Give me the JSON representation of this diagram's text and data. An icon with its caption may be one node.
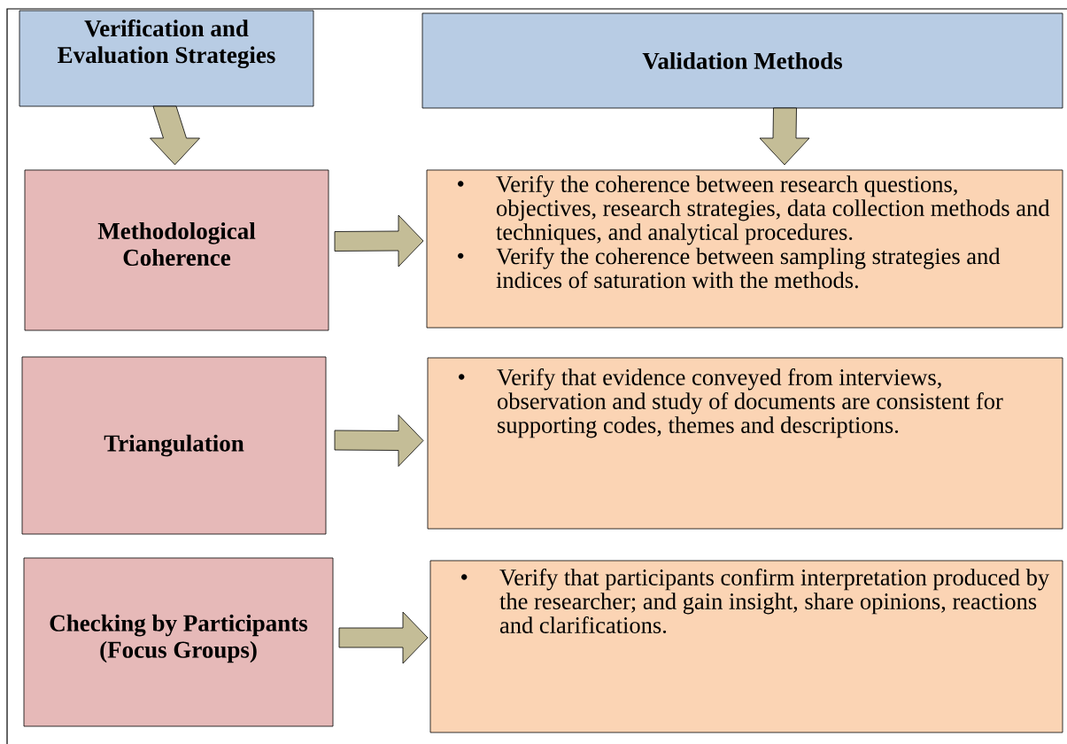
{
  "diagram": {
    "nodes": [
      {
        "text": [
          "Verification and Evaluation Strategies"
        ]
      },
      {
        "text": [
          "Validation Methods"
        ]
      },
      {
        "text": [
          "Methodological Coherence"
        ]
      },
      {
        "text": [
          "Verify the coherence between research questions, objectives, research strategies, data collection methods and techniques, and analytical procedures.",
          "Verify the coherence between sampling strategies and indices of saturation with the methods."
        ]
      },
      {
        "text": [
          "Triangulation"
        ]
      },
      {
        "text": [
          "Verify that evidence conveyed from interviews, observation and study of documents are consistent for supporting codes, themes and descriptions."
        ]
      },
      {
        "text": [
          "Checking by Participants (Focus Groups)"
        ]
      },
      {
        "text": [
          "Verify that participants confirm interpretation produced by the researcher; and gain insight, share opinions, reactions and clarifications."
        ]
      }
    ],
    "edges": [
      {
        "from": 0,
        "to": 2,
        "arrow": "to"
      },
      {
        "from": 1,
        "to": 3,
        "arrow": "to"
      },
      {
        "from": 2,
        "to": 3,
        "arrow": "to"
      },
      {
        "from": 4,
        "to": 5,
        "arrow": "to"
      },
      {
        "from": 6,
        "to": 7,
        "arrow": "to"
      }
    ]
  }
}
